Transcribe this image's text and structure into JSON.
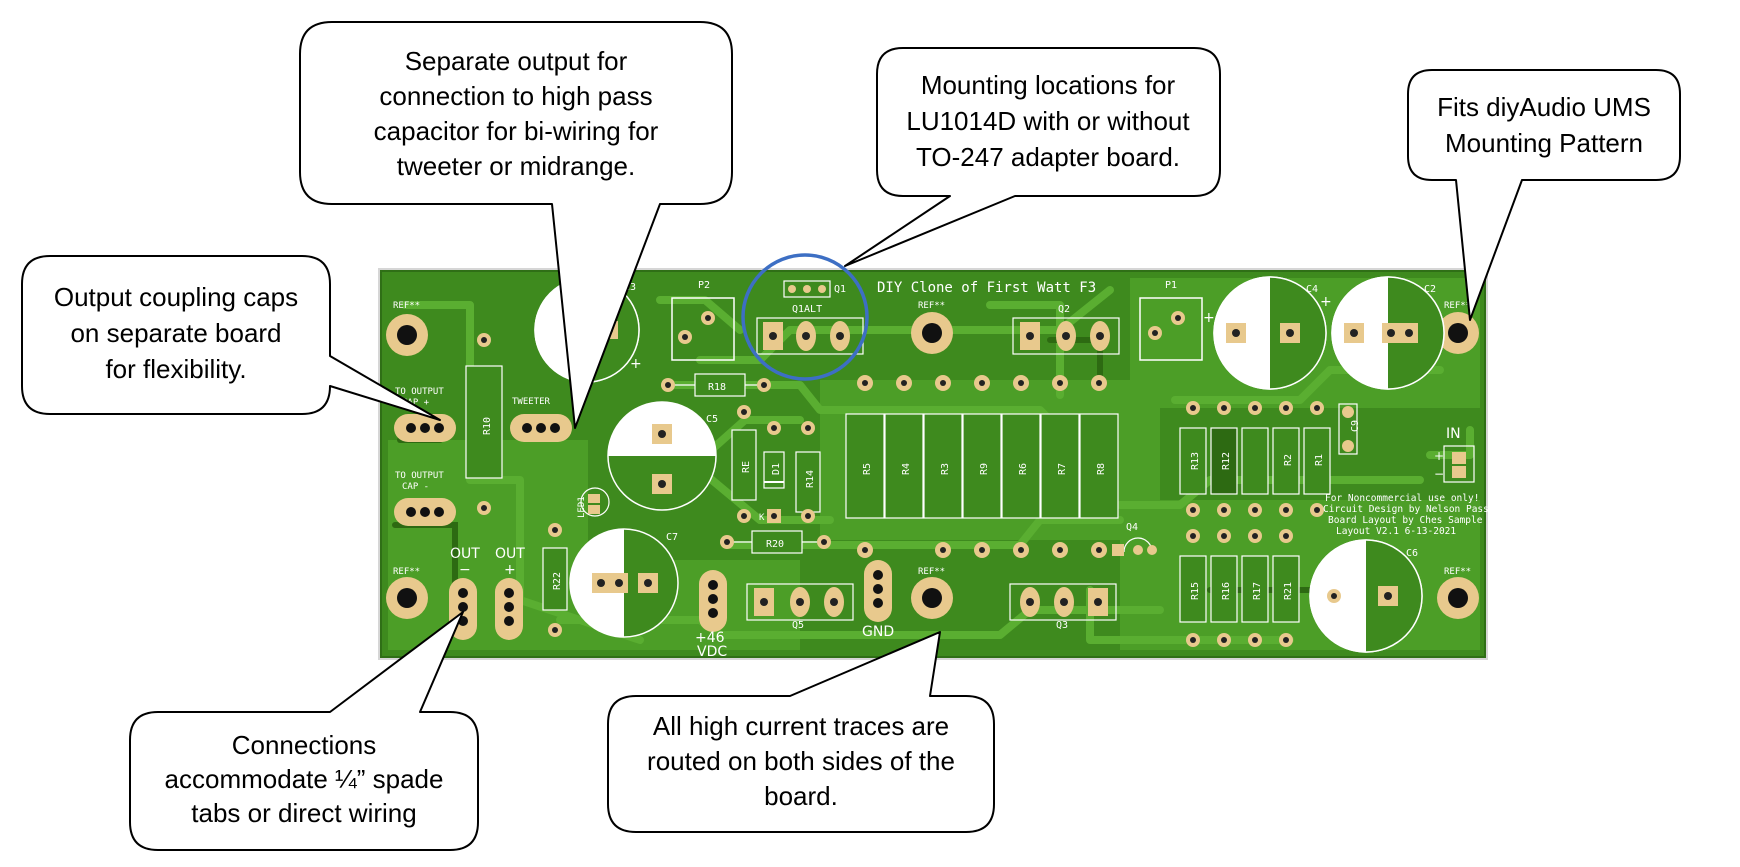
{
  "board": {
    "title": "DIY Clone of First Watt F3",
    "info_lines": [
      "For Noncommercial use only!",
      "Circuit Design by Nelson Pass",
      "Board Layout by Ches Sample",
      "Layout V2.1 6-13-2021"
    ],
    "colors": {
      "board": "#3e8a1e",
      "copper": "#4c9e27",
      "pad": "#e8c98d",
      "silk": "#ffffff",
      "ring": "#3d6fc4"
    },
    "components": {
      "c3": "C3",
      "c5": "C5",
      "c7": "C7",
      "c4": "C4",
      "c2": "C2",
      "c6": "C6",
      "c9": "C9",
      "p2": "P2",
      "p1": "P1",
      "q1": "Q1",
      "q1alt": "Q1ALT",
      "q2": "Q2",
      "q3": "Q3",
      "q4": "Q4",
      "q5": "Q5",
      "r18": "R18",
      "r20": "R20",
      "r22": "R22",
      "r10": "R10",
      "re": "RE",
      "d1": "D1",
      "r14": "R14",
      "r5": "R5",
      "r4": "R4",
      "r3": "R3",
      "r9": "R9",
      "r6": "R6",
      "r7": "R7",
      "r8": "R8",
      "r13": "R13",
      "r12": "R12",
      "r2": "R2",
      "r1": "R1",
      "r15": "R15",
      "r16": "R16",
      "r17": "R17",
      "r21": "R21",
      "led1": "LED1",
      "ref": "REF**"
    },
    "labels": {
      "to_output_cap_plus": [
        "TO OUTPUT",
        "CAP +"
      ],
      "to_output_cap_minus": [
        "TO OUTPUT",
        "CAP -"
      ],
      "tweeter": "TWEETER",
      "out_minus": [
        "OUT",
        "−"
      ],
      "out_plus": [
        "OUT",
        "+"
      ],
      "supply": [
        "+46",
        "VDC"
      ],
      "gnd": "GND",
      "in": "IN",
      "in_plus": "+",
      "in_minus": "−",
      "k": "K"
    }
  },
  "callouts": {
    "separate_output": [
      "Separate output for",
      "connection to high pass",
      "capacitor for bi-wiring for",
      "tweeter or midrange."
    ],
    "mounting_locations": [
      "Mounting locations for",
      "LU1014D with or without",
      "TO-247 adapter board."
    ],
    "fits_ums": [
      "Fits diyAudio UMS",
      "Mounting Pattern"
    ],
    "coupling_caps": [
      "Output coupling caps",
      "on separate board",
      "for flexibility."
    ],
    "connections": [
      "Connections",
      "accommodate ¼” spade",
      "tabs or direct wiring"
    ],
    "high_current": [
      "All high current traces are",
      "routed on both sides of the",
      "board."
    ]
  }
}
